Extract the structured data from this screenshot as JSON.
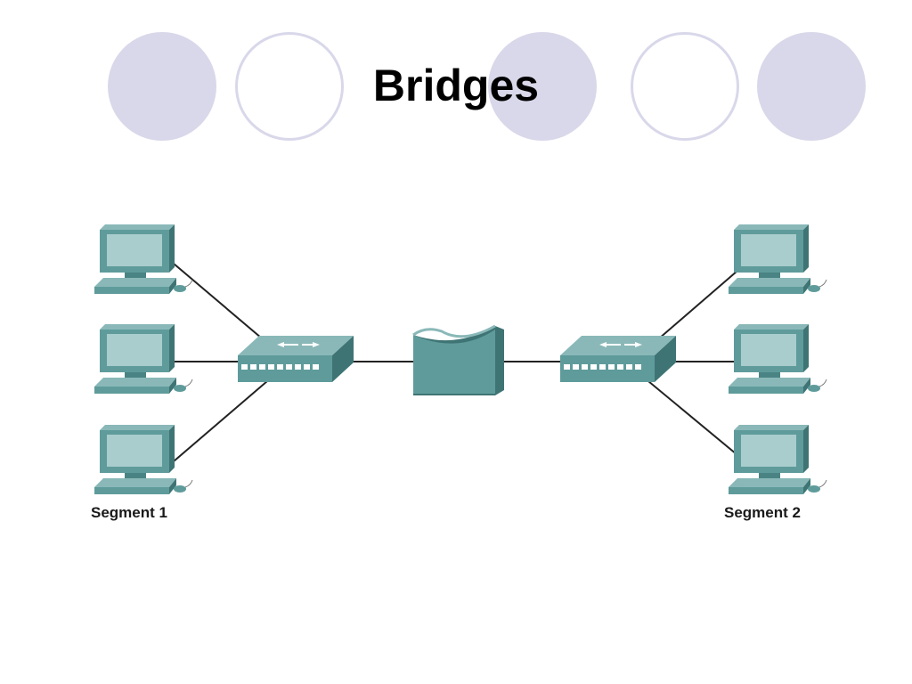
{
  "slide": {
    "title": "Bridges"
  },
  "diagram": {
    "segment_1_label": "Segment 1",
    "segment_2_label": "Segment 2",
    "colors": {
      "device": "#5f9b9b",
      "device_dark": "#3f7474",
      "screen": "#a9cccc",
      "decor_circle": "#d9d8ea"
    }
  }
}
